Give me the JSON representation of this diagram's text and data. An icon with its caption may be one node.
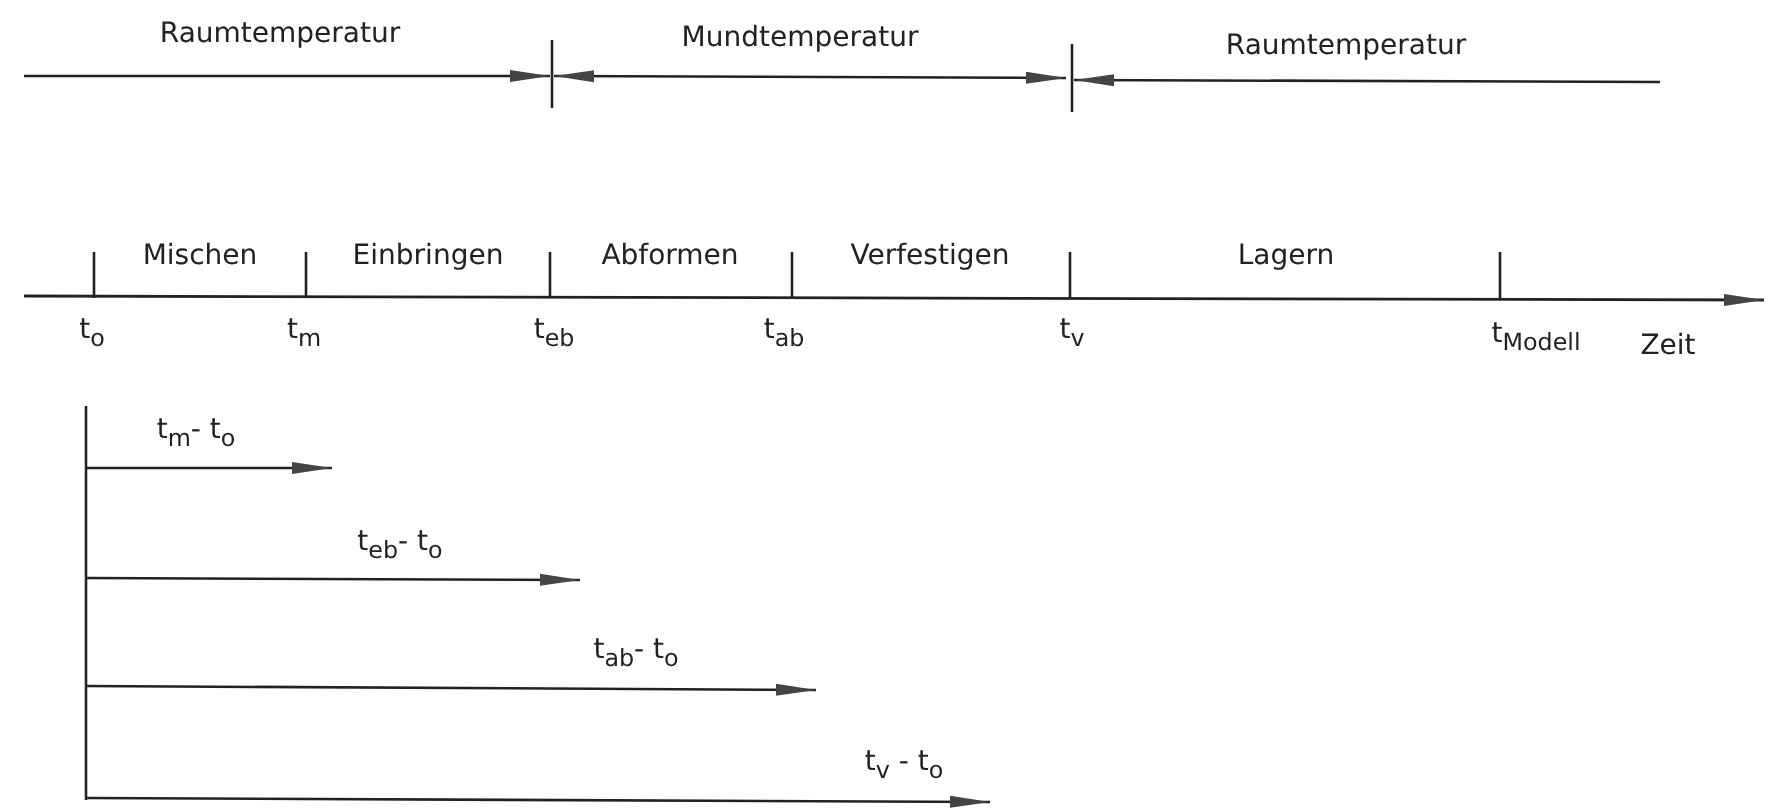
{
  "diagram": {
    "labels": [
      "Raumtemperatur",
      "Mundtemperatur",
      "Raumtemperatur",
      "Mischen",
      "Einbringen",
      "Abformen",
      "Verfestigen",
      "Lagern",
      "t$_{o}$",
      "t$_{m}$",
      "t$_{eb}$",
      "t$_{ab}$",
      "t$_{v}$",
      "t$_{Modell}$",
      "Zeit",
      "t$_{m}$- t$_{o}$",
      "t$_{eb}$- t$_{o}$",
      "t$_{ab}$- t$_{o}$",
      "t$_{v}$ - t$_{o}$"
    ]
  }
}
